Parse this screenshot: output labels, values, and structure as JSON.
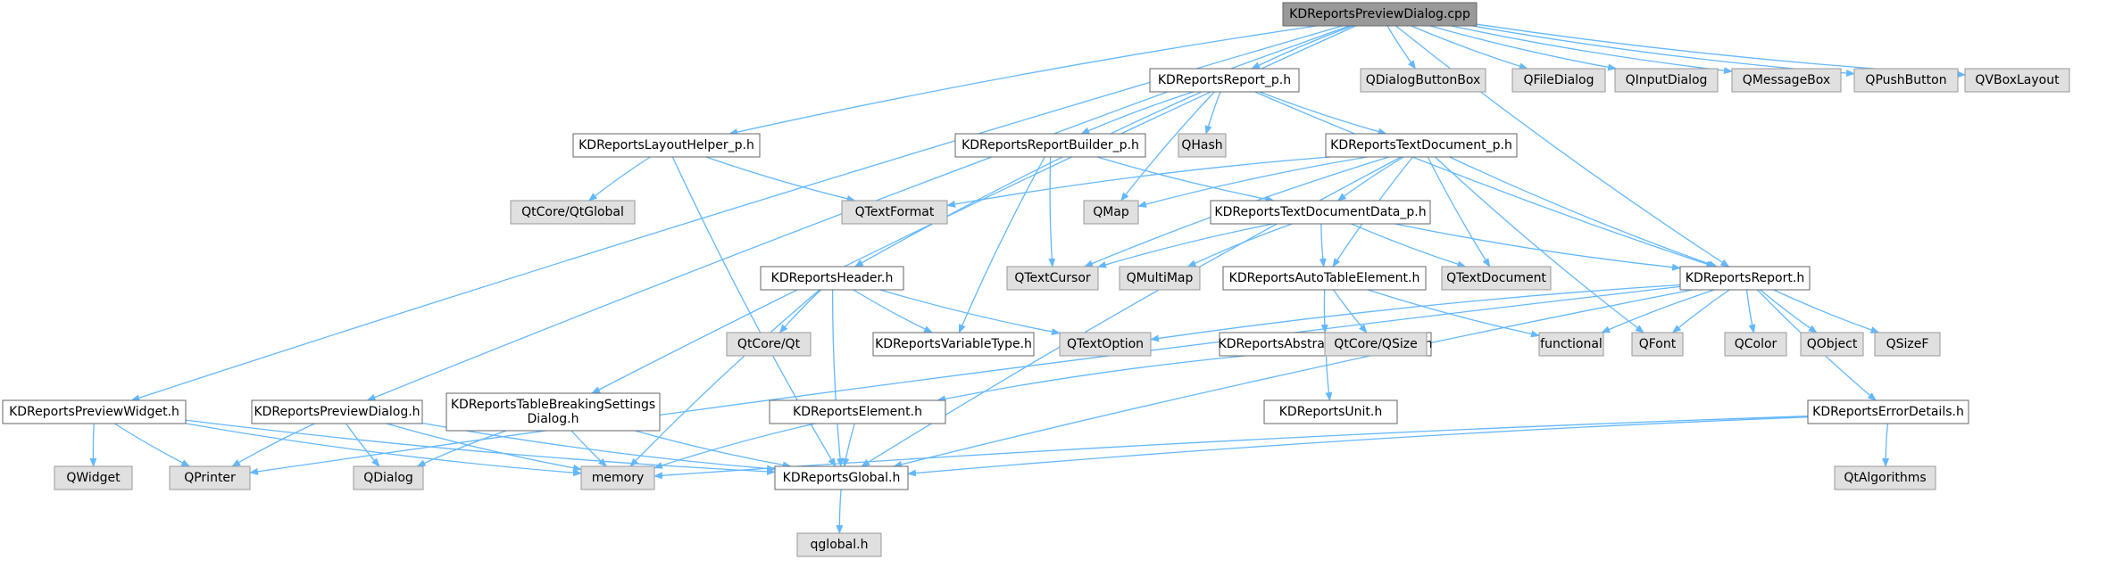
{
  "diagram": {
    "colors": {
      "edge": "#63b8ff",
      "root_fill": "#999999",
      "internal_fill": "#ffffff",
      "external_fill": "#e0e0e0",
      "internal_border": "#666666",
      "external_border": "#999999",
      "text": "#000000"
    },
    "nodes": [
      {
        "id": "root",
        "label": "KDReportsPreviewDialog.cpp",
        "kind": "root"
      },
      {
        "id": "report_p",
        "label": "KDReportsReport_p.h",
        "kind": "internal"
      },
      {
        "id": "qdialogbuttonbox",
        "label": "QDialogButtonBox",
        "kind": "external"
      },
      {
        "id": "qfiledialog",
        "label": "QFileDialog",
        "kind": "external"
      },
      {
        "id": "qinputdialog",
        "label": "QInputDialog",
        "kind": "external"
      },
      {
        "id": "qmessagebox",
        "label": "QMessageBox",
        "kind": "external"
      },
      {
        "id": "qpushbutton",
        "label": "QPushButton",
        "kind": "external"
      },
      {
        "id": "qvboxlayout",
        "label": "QVBoxLayout",
        "kind": "external"
      },
      {
        "id": "layouthelper",
        "label": "KDReportsLayoutHelper_p.h",
        "kind": "internal"
      },
      {
        "id": "reportbuilder",
        "label": "KDReportsReportBuilder_p.h",
        "kind": "internal"
      },
      {
        "id": "qhash",
        "label": "QHash",
        "kind": "external"
      },
      {
        "id": "textdocument",
        "label": "KDReportsTextDocument_p.h",
        "kind": "internal"
      },
      {
        "id": "qtglobal",
        "label": "QtCore/QtGlobal",
        "kind": "external"
      },
      {
        "id": "qtextformat",
        "label": "QTextFormat",
        "kind": "external"
      },
      {
        "id": "qmap",
        "label": "QMap",
        "kind": "external"
      },
      {
        "id": "textdocdata",
        "label": "KDReportsTextDocumentData_p.h",
        "kind": "internal"
      },
      {
        "id": "header",
        "label": "KDReportsHeader.h",
        "kind": "internal"
      },
      {
        "id": "qtextcursor",
        "label": "QTextCursor",
        "kind": "external"
      },
      {
        "id": "qmultimap",
        "label": "QMultiMap",
        "kind": "external"
      },
      {
        "id": "autotable",
        "label": "KDReportsAutoTableElement.h",
        "kind": "internal"
      },
      {
        "id": "qtextdocument",
        "label": "QTextDocument",
        "kind": "external"
      },
      {
        "id": "report",
        "label": "KDReportsReport.h",
        "kind": "internal"
      },
      {
        "id": "qtcoreqt",
        "label": "QtCore/Qt",
        "kind": "external"
      },
      {
        "id": "variabletype",
        "label": "KDReportsVariableType.h",
        "kind": "internal"
      },
      {
        "id": "qtextoption",
        "label": "QTextOption",
        "kind": "external"
      },
      {
        "id": "abstracttable",
        "label": "KDReportsAbstractTableElement.h",
        "kind": "internal"
      },
      {
        "id": "qtcoreqsize",
        "label": "QtCore/QSize",
        "kind": "external"
      },
      {
        "id": "functional",
        "label": "functional",
        "kind": "external"
      },
      {
        "id": "qfont",
        "label": "QFont",
        "kind": "external"
      },
      {
        "id": "qcolor",
        "label": "QColor",
        "kind": "external"
      },
      {
        "id": "qobject",
        "label": "QObject",
        "kind": "external"
      },
      {
        "id": "qsizef",
        "label": "QSizeF",
        "kind": "external"
      },
      {
        "id": "previewwidget",
        "label": "KDReportsPreviewWidget.h",
        "kind": "internal"
      },
      {
        "id": "previewdialog",
        "label": "KDReportsPreviewDialog.h",
        "kind": "internal"
      },
      {
        "id": "tablebreaking",
        "label": [
          "KDReportsTableBreakingSettings",
          "Dialog.h"
        ],
        "kind": "internal"
      },
      {
        "id": "element",
        "label": "KDReportsElement.h",
        "kind": "internal"
      },
      {
        "id": "unit",
        "label": "KDReportsUnit.h",
        "kind": "internal"
      },
      {
        "id": "errordetails",
        "label": "KDReportsErrorDetails.h",
        "kind": "internal"
      },
      {
        "id": "qwidget",
        "label": "QWidget",
        "kind": "external"
      },
      {
        "id": "qprinter",
        "label": "QPrinter",
        "kind": "external"
      },
      {
        "id": "qdialog",
        "label": "QDialog",
        "kind": "external"
      },
      {
        "id": "memory",
        "label": "memory",
        "kind": "external"
      },
      {
        "id": "global",
        "label": "KDReportsGlobal.h",
        "kind": "internal"
      },
      {
        "id": "qtalgorithms",
        "label": "QtAlgorithms",
        "kind": "external"
      },
      {
        "id": "qglobal",
        "label": "qglobal.h",
        "kind": "external"
      }
    ],
    "edges": [
      [
        "root",
        "report_p"
      ],
      [
        "root",
        "qdialogbuttonbox"
      ],
      [
        "root",
        "qfiledialog"
      ],
      [
        "root",
        "qinputdialog"
      ],
      [
        "root",
        "qmessagebox"
      ],
      [
        "root",
        "qpushbutton"
      ],
      [
        "root",
        "qvboxlayout"
      ],
      [
        "root",
        "layouthelper"
      ],
      [
        "root",
        "report"
      ],
      [
        "root",
        "previewwidget"
      ],
      [
        "root",
        "previewdialog"
      ],
      [
        "root",
        "tablebreaking"
      ],
      [
        "report_p",
        "reportbuilder"
      ],
      [
        "report_p",
        "qhash"
      ],
      [
        "report_p",
        "textdocument"
      ],
      [
        "report_p",
        "qmap"
      ],
      [
        "report_p",
        "header"
      ],
      [
        "report_p",
        "report"
      ],
      [
        "layouthelper",
        "qtglobal"
      ],
      [
        "layouthelper",
        "qtextformat"
      ],
      [
        "layouthelper",
        "global"
      ],
      [
        "reportbuilder",
        "textdocdata"
      ],
      [
        "reportbuilder",
        "qtextcursor"
      ],
      [
        "reportbuilder",
        "variabletype"
      ],
      [
        "textdocument",
        "qtextformat"
      ],
      [
        "textdocument",
        "qmap"
      ],
      [
        "textdocument",
        "textdocdata"
      ],
      [
        "textdocument",
        "qtextcursor"
      ],
      [
        "textdocument",
        "qtextdocument"
      ],
      [
        "textdocument",
        "autotable"
      ],
      [
        "textdocument",
        "report"
      ],
      [
        "textdocument",
        "qfont"
      ],
      [
        "textdocument",
        "global"
      ],
      [
        "textdocdata",
        "qtextcursor"
      ],
      [
        "textdocdata",
        "qmultimap"
      ],
      [
        "textdocdata",
        "qtextdocument"
      ],
      [
        "textdocdata",
        "autotable"
      ],
      [
        "textdocdata",
        "report"
      ],
      [
        "header",
        "qtcoreqt"
      ],
      [
        "header",
        "variabletype"
      ],
      [
        "header",
        "qtextoption"
      ],
      [
        "header",
        "memory"
      ],
      [
        "header",
        "global"
      ],
      [
        "autotable",
        "abstracttable"
      ],
      [
        "autotable",
        "qtcoreqsize"
      ],
      [
        "autotable",
        "functional"
      ],
      [
        "abstracttable",
        "element"
      ],
      [
        "abstracttable",
        "unit"
      ],
      [
        "report",
        "qtextoption"
      ],
      [
        "report",
        "functional"
      ],
      [
        "report",
        "qfont"
      ],
      [
        "report",
        "qcolor"
      ],
      [
        "report",
        "qobject"
      ],
      [
        "report",
        "qsizef"
      ],
      [
        "report",
        "errordetails"
      ],
      [
        "report",
        "global"
      ],
      [
        "report",
        "qprinter"
      ],
      [
        "element",
        "memory"
      ],
      [
        "element",
        "global"
      ],
      [
        "errordetails",
        "qtalgorithms"
      ],
      [
        "errordetails",
        "global"
      ],
      [
        "errordetails",
        "memory"
      ],
      [
        "previewwidget",
        "qwidget"
      ],
      [
        "previewwidget",
        "qprinter"
      ],
      [
        "previewwidget",
        "memory"
      ],
      [
        "previewwidget",
        "global"
      ],
      [
        "previewdialog",
        "qdialog"
      ],
      [
        "previewdialog",
        "qprinter"
      ],
      [
        "previewdialog",
        "memory"
      ],
      [
        "previewdialog",
        "global"
      ],
      [
        "tablebreaking",
        "qdialog"
      ],
      [
        "tablebreaking",
        "memory"
      ],
      [
        "tablebreaking",
        "global"
      ],
      [
        "global",
        "qglobal"
      ]
    ]
  }
}
